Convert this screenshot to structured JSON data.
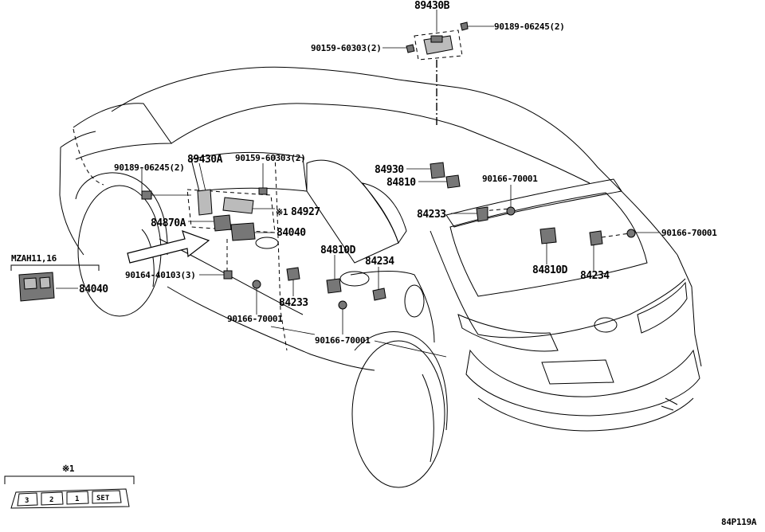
{
  "labels": {
    "p89430B": "89430B",
    "p9018906245_top": "90189-06245(2)",
    "p9015960303_top": "90159-60303(2)",
    "p9018906245_left": "90189-06245(2)",
    "p89430A": "89430A",
    "p9015960303_mid": "90159-60303(2)",
    "p84870A": "84870A",
    "p84927": "84927",
    "asterisk_mark": "※1",
    "p84040_main": "84040",
    "p9016440103": "90164-40103(3)",
    "variant": "MZAH11,16",
    "p84040_variant": "84040",
    "p84930": "84930",
    "p84810": "84810",
    "p9016670001_a": "90166-70001",
    "p84233_a": "84233",
    "p9016670001_b": "90166-70001",
    "p84810D_a": "84810D",
    "p84234_a": "84234",
    "p84810D_b": "84810D",
    "p84234_b": "84234",
    "p84233_b": "84233",
    "p9016670001_c": "90166-70001",
    "p9016670001_d": "90166-70001",
    "legend_title": "※1",
    "diagram_code": "84P119A"
  },
  "legend_keys": [
    "3",
    "2",
    "1",
    "SET"
  ]
}
